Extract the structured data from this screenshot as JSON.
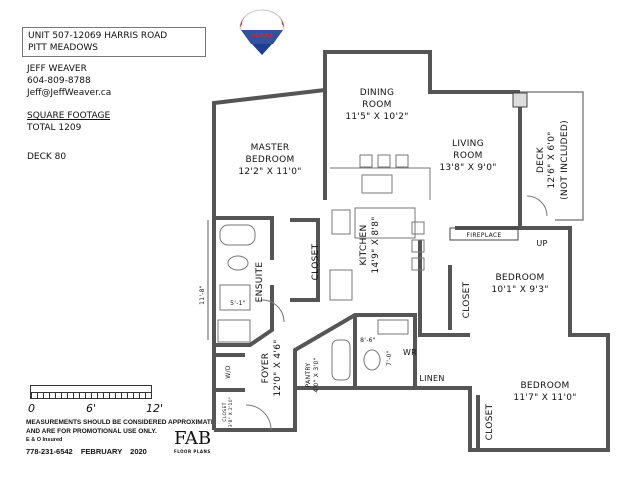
{
  "listing": {
    "address_line1": "UNIT 507-12069 HARRIS ROAD",
    "address_line2": "PITT MEADOWS",
    "agent_name": "JEFF WEAVER",
    "agent_phone": "604-809-8788",
    "agent_email": "Jeff@JeffWeaver.ca",
    "square_footage_heading": "SQUARE FOOTAGE",
    "total_label": "TOTAL 1209",
    "deck_label": "DECK 80"
  },
  "logo": {
    "brand": "RE/MAX",
    "colors": {
      "red": "#d7262d",
      "blue": "#1c3f94"
    }
  },
  "rooms": {
    "dining": {
      "name1": "DINING",
      "name2": "ROOM",
      "dims": "11'5\" X 10'2\""
    },
    "master": {
      "name1": "MASTER",
      "name2": "BEDROOM",
      "dims": "12'2\" X 11'0\""
    },
    "living": {
      "name1": "LIVING",
      "name2": "ROOM",
      "dims": "13'8\" X 9'0\""
    },
    "deck": {
      "name": "DECK",
      "dims": "12'6\" X 6'0\"",
      "note": "(NOT INCLUDED)"
    },
    "kitchen": {
      "name": "KITCHEN",
      "dims": "14'9\" X 8'8\""
    },
    "closet_master": "CLOSET",
    "ensuite": {
      "name": "ENSUITE",
      "dim": "5'-1\""
    },
    "side_dim": "11'-8\"",
    "fireplace": "FIREPLACE",
    "up": "UP",
    "bedroom2": {
      "name": "BEDROOM",
      "dims": "10'1\" X 9'3\"",
      "closet": "CLOSET"
    },
    "bedroom3": {
      "name": "BEDROOM",
      "dims": "11'7\" X 11'0\"",
      "closet": "CLOSET"
    },
    "foyer": {
      "name": "FOYER",
      "dims": "12'0\" X 4'6\""
    },
    "pantry": {
      "name": "PANTRY",
      "dims": "4'0\" X 3'0\""
    },
    "washdry": "W/D",
    "entry_closet": {
      "name": "CLOSET",
      "dims": "3'8\" X 2'10\""
    },
    "bath_dims": {
      "w": "8'-6\"",
      "h": "7'-0\""
    },
    "wr": "WR",
    "linen": "LINEN"
  },
  "scale": {
    "zero": "0",
    "mid": "6'",
    "end": "12'"
  },
  "footer": {
    "disclaimer1": "MEASUREMENTS SHOULD BE CONSIDERED APPROXIMATE",
    "disclaimer2": "AND ARE FOR PROMOTIONAL USE ONLY.",
    "insured": "E & O Insured",
    "phone": "778-231-6542",
    "date": "FEBRUARY 2020",
    "fab_logo": "FAB",
    "fab_sub": "FLOOR PLANS"
  }
}
